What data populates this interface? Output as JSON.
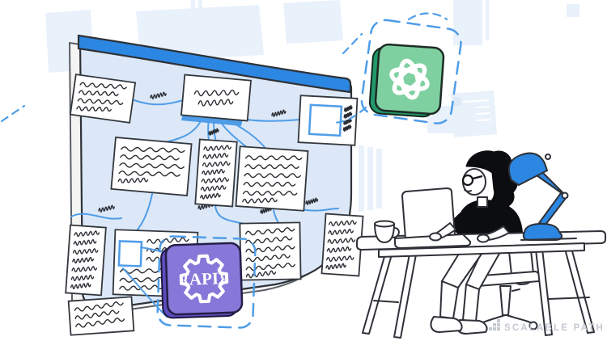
{
  "api_badge": {
    "label": "{API}"
  },
  "logo": {
    "text": "SCALABLE PATH"
  },
  "icons": {
    "chatgpt_badge": "openai-knot-icon",
    "api_badge": "gear-icon",
    "logo_mark": "step-blocks-icon",
    "board_links": "magnifier-square"
  },
  "colors": {
    "accent_blue": "#2C87E2",
    "connector_blue": "#4F9DE8",
    "board_fill": "#DCE8F7",
    "badge_green": "#7ED0A0",
    "badge_green_dark": "#23986B",
    "badge_purple": "#8677D8",
    "badge_purple_dark": "#5C4DBE",
    "outline": "#2E3137",
    "logo_gray": "#C5CAD2",
    "background_tint": "#E9F1FB"
  }
}
